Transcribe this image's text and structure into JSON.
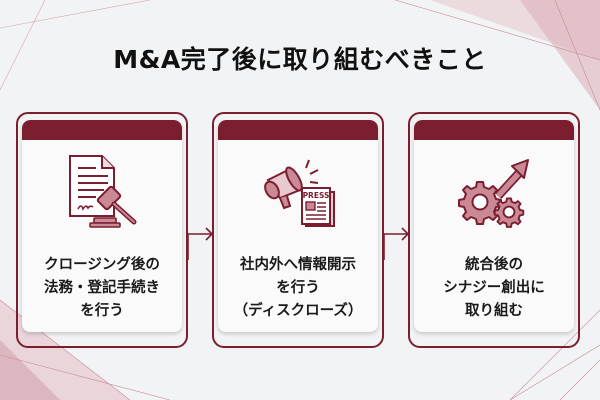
{
  "title": "M&A完了後に取り組むべきこと",
  "colors": {
    "accent": "#7a1e30",
    "icon_fill": "#c98a96",
    "background": "#f1f3f5",
    "card": "#fafafa",
    "text": "#1a1a1a"
  },
  "steps": [
    {
      "icon": "legal-document-gavel-icon",
      "lines": [
        "クロージング後の",
        "法務・登記手続き",
        "を行う"
      ]
    },
    {
      "icon": "megaphone-press-icon",
      "badge": "PRESS",
      "lines": [
        "社内外へ情報開示",
        "を行う",
        "（ディスクローズ）"
      ]
    },
    {
      "icon": "gears-growth-arrow-icon",
      "lines": [
        "統合後の",
        "シナジー創出に",
        "取り組む"
      ]
    }
  ],
  "connectors": [
    "arrow-right",
    "arrow-right"
  ]
}
